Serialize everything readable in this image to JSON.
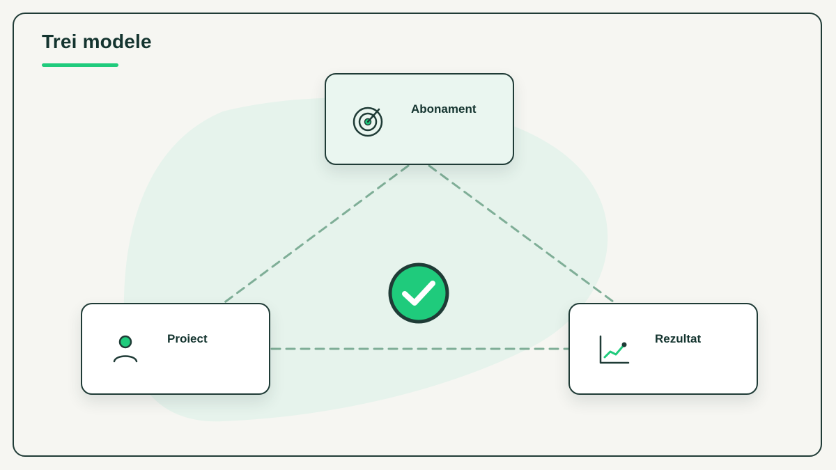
{
  "diagram": {
    "title": "Trei modele",
    "nodes": [
      {
        "id": "abonament",
        "label": "Abonament",
        "icon": "target-icon"
      },
      {
        "id": "proiect",
        "label": "Proiect",
        "icon": "user-icon"
      },
      {
        "id": "rezultat",
        "label": "Rezultat",
        "icon": "growth-chart-icon"
      }
    ],
    "center_icon": "check-circle-icon",
    "edges": [
      {
        "from": "abonament",
        "to": "proiect",
        "style": "dashed"
      },
      {
        "from": "abonament",
        "to": "rezultat",
        "style": "dashed"
      },
      {
        "from": "proiect",
        "to": "rezultat",
        "style": "dashed"
      }
    ]
  },
  "colors": {
    "ink": "#1f3b36",
    "accent": "#1fcb7c",
    "connector": "#7fae97",
    "blob": "#e6f3ec",
    "card": "#ffffff",
    "card_highlight": "#eaf6f0",
    "background": "#f6f6f2"
  }
}
